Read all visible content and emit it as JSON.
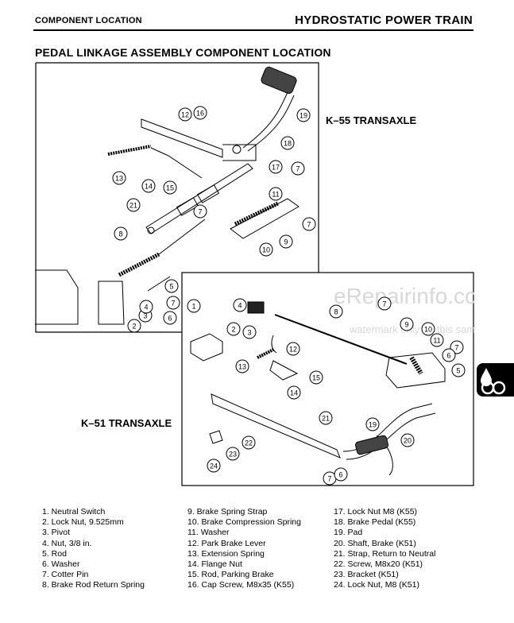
{
  "header": {
    "section": "COMPONENT LOCATION",
    "chapter": "HYDROSTATIC POWER TRAIN"
  },
  "page_title": "PEDAL LINKAGE ASSEMBLY COMPONENT LOCATION",
  "figure": {
    "k55_label": "K–55 TRANSAXLE",
    "k51_label": "K–51 TRANSAXLE",
    "watermark_main": "eRepairinfo.com",
    "watermark_sub": "watermark only on this sample",
    "callouts_k55": [
      "12",
      "16",
      "19",
      "18",
      "17",
      "7",
      "13",
      "14",
      "15",
      "21",
      "7",
      "11",
      "9",
      "7",
      "10",
      "8",
      "5",
      "7",
      "3",
      "6",
      "4",
      "2"
    ],
    "callouts_k51": [
      "1",
      "4",
      "8",
      "7",
      "2",
      "3",
      "9",
      "10",
      "11",
      "7",
      "12",
      "6",
      "5",
      "13",
      "15",
      "14",
      "21",
      "22",
      "23",
      "19",
      "20",
      "24",
      "7",
      "6"
    ]
  },
  "legend": {
    "col1": [
      "1. Neutral Switch",
      "2. Lock Nut, 9.525mm",
      "3. Pivot",
      "4. Nut, 3/8 in.",
      "5. Rod",
      "6. Washer",
      "7. Cotter Pin",
      "8. Brake Rod Return Spring"
    ],
    "col2": [
      "9. Brake Spring Strap",
      "10. Brake Compression Spring",
      "11. Washer",
      "12. Park Brake Lever",
      "13. Extension Spring",
      "14. Flange Nut",
      "15. Rod, Parking Brake",
      "16. Cap Screw, M8x35 (K55)"
    ],
    "col3": [
      "17. Lock Nut M8 (K55)",
      "18. Brake Pedal (K55)",
      "19. Pad",
      "20. Shaft, Brake (K51)",
      "21. Strap, Return to Neutral",
      "22. Screw, M8x20 (K51)",
      "23. Bracket (K51)",
      "24. Lock Nut, M8 (K51)"
    ]
  },
  "tab_icon": "hydraulic-drops-icon"
}
